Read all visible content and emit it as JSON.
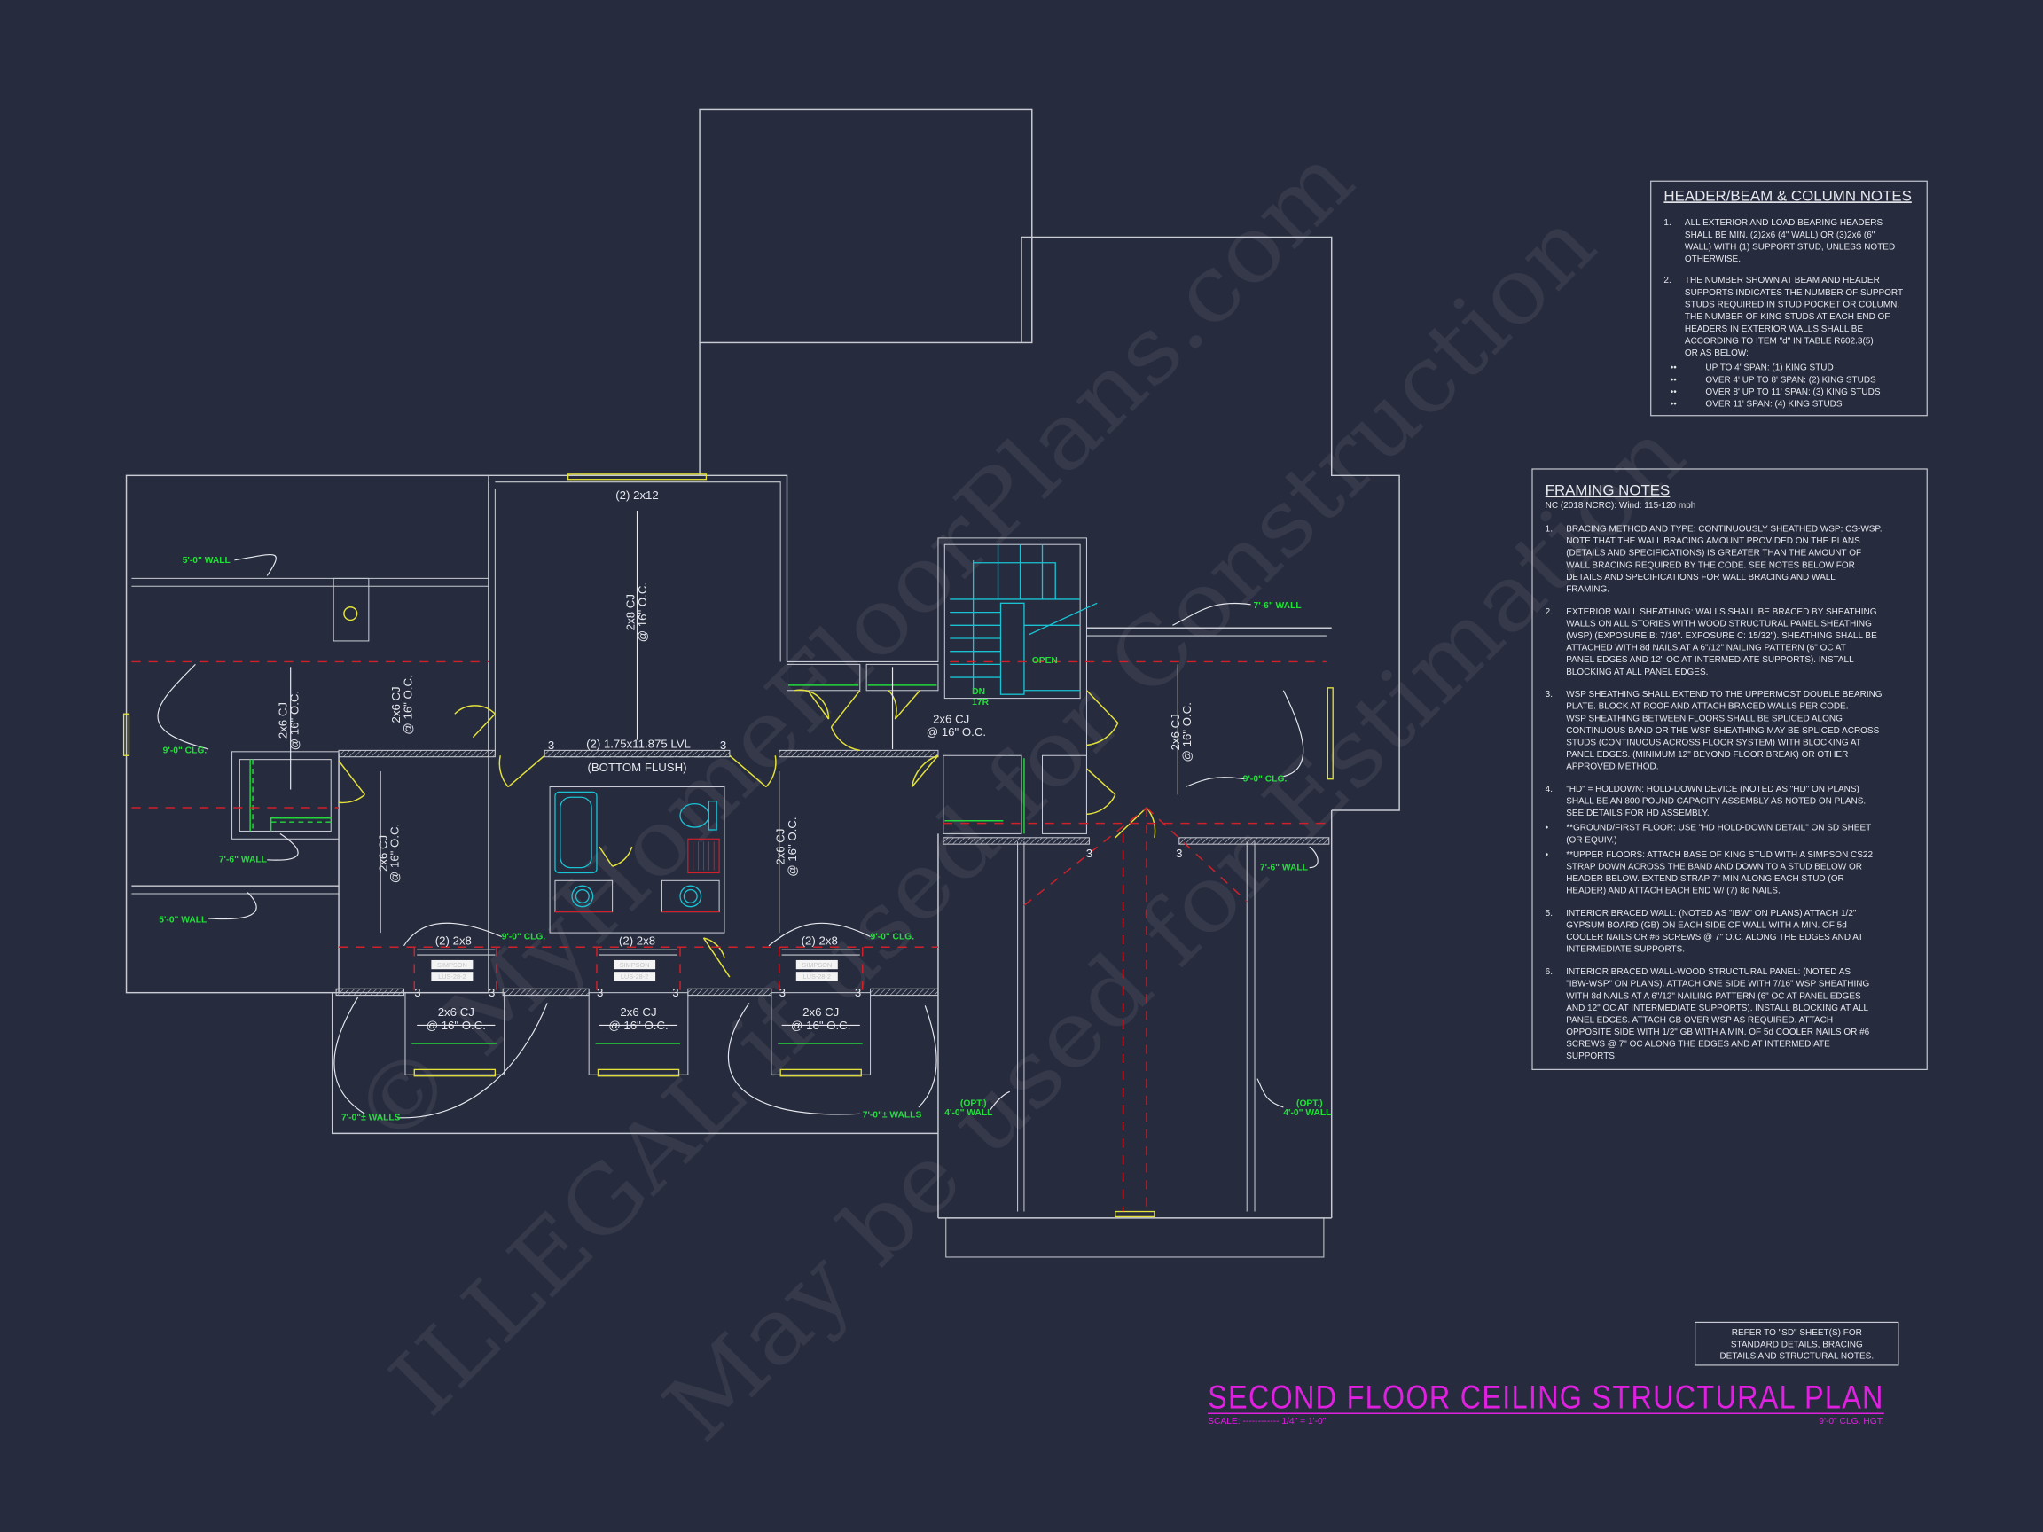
{
  "title": {
    "main": "SECOND FLOOR CEILING STRUCTURAL PLAN",
    "scale": "SCALE: ------------ 1/4\" = 1'-0\"",
    "ceiling_height": "9'-0\" CLG. HGT."
  },
  "refer_note": [
    "REFER TO \"SD\"  SHEET(S) FOR",
    "STANDARD DETAILS, BRACING",
    "DETAILS AND STRUCTURAL NOTES."
  ],
  "watermark": [
    "© MyHomeFloorPlans.com",
    "ILLEGAL if used for Construction",
    "May be used for Estimation"
  ],
  "header_notes": {
    "title": "HEADER/BEAM & COLUMN NOTES",
    "items": [
      {
        "num": "1.",
        "lines": [
          "ALL EXTERIOR AND LOAD BEARING HEADERS",
          "SHALL BE MIN. (2)2x6 (4\" WALL) OR (3)2x6 (6\"",
          "WALL) WITH (1) SUPPORT STUD, UNLESS NOTED",
          "OTHERWISE."
        ]
      },
      {
        "num": "2.",
        "lines": [
          "THE NUMBER SHOWN AT BEAM AND HEADER",
          "SUPPORTS INDICATES THE NUMBER OF SUPPORT",
          "STUDS REQUIRED IN STUD POCKET OR COLUMN.",
          "THE NUMBER OF KING STUDS AT EACH END OF",
          "HEADERS IN EXTERIOR WALLS SHALL BE",
          "ACCORDING TO ITEM \"d\" IN TABLE R602.3(5)",
          "OR AS BELOW:"
        ]
      }
    ],
    "bullets": [
      "UP TO 4' SPAN: (1) KING STUD",
      "OVER 4' UP TO 8' SPAN: (2) KING STUDS",
      "OVER 8' UP TO 11' SPAN: (3) KING STUDS",
      "OVER 11' SPAN: (4) KING STUDS"
    ]
  },
  "framing_notes": {
    "title": "FRAMING NOTES",
    "subtitle": "NC (2018 NCRC): Wind: 115-120 mph",
    "items": [
      {
        "num": "1.",
        "lines": [
          "BRACING METHOD AND TYPE: CONTINUOUSLY SHEATHED WSP: CS-WSP.",
          "NOTE THAT THE WALL BRACING AMOUNT PROVIDED ON THE PLANS",
          "(DETAILS AND SPECIFICATIONS) IS GREATER THAN THE AMOUNT OF",
          "WALL BRACING REQUIRED BY THE CODE. SEE NOTES BELOW FOR",
          "DETAILS AND SPECIFICATIONS FOR WALL BRACING AND WALL",
          "FRAMING."
        ]
      },
      {
        "num": "2.",
        "lines": [
          "EXTERIOR WALL SHEATHING: WALLS SHALL BE BRACED BY SHEATHING",
          "WALLS ON ALL STORIES WITH WOOD STRUCTURAL PANEL SHEATHING",
          "(WSP) (EXPOSURE B: 7/16\". EXPOSURE C: 15/32\"). SHEATHING SHALL BE",
          "ATTACHED WITH 8d NAILS AT A 6\"/12\" NAILING PATTERN (6\" OC AT",
          "PANEL EDGES AND 12\" OC AT INTERMEDIATE SUPPORTS). INSTALL",
          "BLOCKING AT ALL PANEL EDGES."
        ]
      },
      {
        "num": "3.",
        "lines": [
          "WSP SHEATHING SHALL EXTEND TO THE UPPERMOST DOUBLE BEARING",
          "PLATE. BLOCK AT ROOF AND ATTACH BRACED WALLS PER CODE.",
          "WSP SHEATHING BETWEEN FLOORS SHALL BE SPLICED ALONG",
          "CONTINUOUS BAND OR THE WSP SHEATHING MAY BE SPLICED ACROSS",
          "STUDS (CONTINUOUS ACROSS FLOOR SYSTEM) WITH BLOCKING AT",
          "PANEL EDGES. (MINIMUM 12\" BEYOND FLOOR BREAK) OR OTHER",
          "APPROVED METHOD."
        ]
      },
      {
        "num": "4.",
        "lines": [
          "\"HD\" = HOLDOWN: HOLD-DOWN DEVICE (NOTED AS \"HD\" ON PLANS)",
          "SHALL BE AN 800 POUND CAPACITY ASSEMBLY AS NOTED ON PLANS.",
          "SEE DETAILS FOR HD ASSEMBLY."
        ]
      },
      {
        "num": "•",
        "lines": [
          "**GROUND/FIRST FLOOR:  USE \"HD HOLD-DOWN DETAIL\" ON SD SHEET",
          "(OR EQUIV.)"
        ]
      },
      {
        "num": "•",
        "lines": [
          "**UPPER FLOORS: ATTACH BASE OF KING STUD WITH A SIMPSON CS22",
          "STRAP DOWN ACROSS THE BAND AND DOWN TO A STUD BELOW OR",
          "HEADER BELOW.  EXTEND STRAP 7\" MIN ALONG EACH STUD (OR",
          "HEADER) AND ATTACH EACH END W/ (7) 8d NAILS."
        ]
      },
      {
        "num": "5.",
        "lines": [
          "INTERIOR BRACED WALL: (NOTED AS \"IBW\" ON PLANS) ATTACH 1/2\"",
          "GYPSUM BOARD (GB) ON EACH SIDE OF WALL WITH A MIN. OF 5d",
          "COOLER NAILS OR #6 SCREWS @ 7\" O.C. ALONG THE EDGES AND AT",
          "INTERMEDIATE SUPPORTS."
        ]
      },
      {
        "num": "6.",
        "lines": [
          "INTERIOR BRACED WALL-WOOD STRUCTURAL PANEL: (NOTED AS",
          "\"IBW-WSP\" ON PLANS). ATTACH ONE SIDE WITH 7/16\" WSP SHEATHING",
          "WITH 8d NAILS AT A 6\"/12\" NAILING PATTERN (6\" OC AT PANEL EDGES",
          "AND 12\" OC AT INTERMEDIATE SUPPORTS). INSTALL BLOCKING AT ALL",
          "PANEL EDGES. ATTACH GB OVER WSP AS REQUIRED. ATTACH",
          "OPPOSITE SIDE WITH 1/2\" GB WITH A MIN. OF 5d COOLER NAILS OR #6",
          "SCREWS @ 7\" OC ALONG THE EDGES AND AT INTERMEDIATE",
          "SUPPORTS."
        ]
      }
    ]
  },
  "plan_labels": {
    "wall_5": "5'-0\" WALL",
    "wall_7_6": "7'-6\" WALL",
    "wall_7_walls": "7'-0\"± WALLS",
    "clg_9": "9'-0\" CLG.",
    "opt_label": "(OPT.)",
    "opt_wall": "4'-0\" WALL",
    "open": "OPEN",
    "dn": "DN",
    "risers": "17R",
    "beam_2x12": "(2) 2x12",
    "beam_lvl": "(2) 1.75x11.875 LVL",
    "bottom_flush": "(BOTTOM FLUSH)",
    "beam_2x8": "(2) 2x8",
    "cj_2x8": "2x8 CJ",
    "cj_2x6": "2x6 CJ",
    "spacing": "@ 16\" O.C.",
    "studs": "3",
    "hanger_1": "SIMPSON",
    "hanger_2": "LUS-28-2"
  },
  "colors": {
    "background": "#262b3d",
    "walls": "#c8cbd3",
    "notes_green": "#22e03a",
    "beam_red": "#d0202a",
    "door_yellow": "#e4e23a",
    "stair_cyan": "#19c3d4",
    "title_magenta": "#e020e0"
  }
}
